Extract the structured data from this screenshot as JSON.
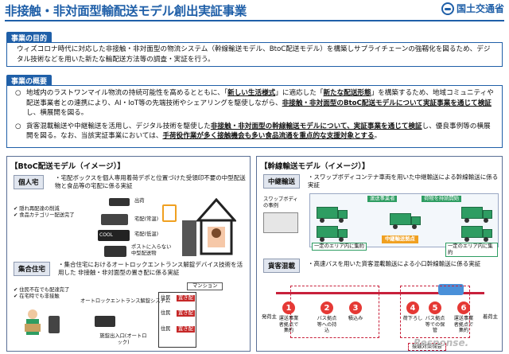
{
  "header": {
    "title": "非接触・非対面型輸配送モデル創出実証事業",
    "ministry": "国土交通省"
  },
  "purpose": {
    "label": "事業の目的",
    "text": "ウィズコロナ時代に対応した非接触・非対面型の物流システム（幹線輸送モデル、BtoC配送モデル）を構築しサプライチェーンの強靱化を図るため、デジタル技術などを用いた新たな輸配送方法等の調査・実証を行う。"
  },
  "overview": {
    "label": "事業の概要",
    "item1": {
      "a": "地域内のラストワンマイル物流の持続可能性を高めるとともに、「",
      "b": "新しい生活様式",
      "c": "」に適応した「",
      "d": "新たな配送形態",
      "e": "」を構築するため、地域コミュニティや配送事業者との連携により、AI・IoT等の先端技術やシェアリングを駆使しながら、",
      "f": "非接触・非対面型のBtoC配送モデルについて実証事業を通じて検証",
      "g": "し、横展開を図る。"
    },
    "item2": {
      "a": "貨客混載輸送や中継輸送を活用し、デジタル技術を駆使した",
      "b": "非接触・非対面型の幹線輸送モデルについて、実証事業を通じて検証",
      "c": "し、優良事例等の横展開を図る。なお、当該実証事業においては、",
      "d": "手荷役作業が多く接触機会も多い食品流通を重点的な支援対象とする",
      "e": "。"
    }
  },
  "btoc": {
    "title": "【BtoC配送モデル（イメージ）】",
    "individual": {
      "tag": "個人宅",
      "desc": "・宅配ボックスを個人専用着荷デポと位置づけた受領印不要の中型配送物と食品等の宅配に係る実証",
      "bullets": [
        "隠れ再配達の削減",
        "食品カテゴリー配送完了"
      ],
      "labels": {
        "ship": "出荷",
        "normal": "宅配(常温)",
        "cold": "宅配(低温)",
        "post": "ポストに入らない中型配送物"
      },
      "cool": "COOL"
    },
    "collective": {
      "tag": "集合住宅",
      "desc": "・集合住宅におけるオートロックエントランス解錠デバイス技術を活用した 非接触・非対面型の置き配に係る実証",
      "bullets": [
        "住民不在でも配達完了",
        "在宅時でも非接触"
      ],
      "labels": {
        "system": "オートロックエントランス解錠システム",
        "mansion": "マンション",
        "resident": "住民",
        "box": "置き配",
        "entrance": "施錠出入口(オートロック)"
      }
    }
  },
  "trunk": {
    "title": "【幹線輸送モデル（イメージ）】",
    "relay": {
      "tag": "中継輸送",
      "desc": "・スワップボディコンテナ車両を用いた中継輸送による幹線輸送に係る実証",
      "labels": {
        "swap": "スワップボディの事例",
        "base": "中継輸送拠点",
        "area": "一定のエリア内に集約",
        "box1": "運送事業者",
        "box2": "荷物を持続開始"
      }
    },
    "mixed": {
      "tag": "貨客混載",
      "desc": "・高速バスを用いた貨客混載輸送による小口幹線輸送に係る実証",
      "start": "発荷主",
      "end": "着荷主",
      "stops": [
        {
          "n": "1",
          "label": "運送事業者拠点で集約"
        },
        {
          "n": "2",
          "label": "バス拠点等への持込"
        },
        {
          "n": "3",
          "label": "積込み"
        },
        {
          "n": "4",
          "label": "荷下ろし"
        },
        {
          "n": "5",
          "label": "バス拠点等での保管"
        },
        {
          "n": "6",
          "label": "運送事業者拠点で集約"
        }
      ],
      "legend": "接触対策機会"
    }
  },
  "watermark": "Response."
}
